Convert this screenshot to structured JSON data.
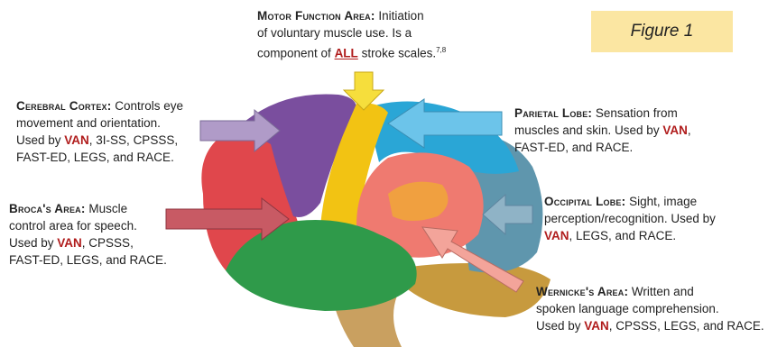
{
  "figure_label": "Figure 1",
  "labels": {
    "motor": {
      "title": "Motor Function Area:",
      "line1": "Initiation",
      "line2": "of voluntary muscle use.  Is a",
      "line3_pre": "component of ",
      "line3_em": "ALL",
      "line3_post": " stroke scales.",
      "sup": "7,8"
    },
    "cortex": {
      "title": "Cerebral Cortex:",
      "line1": "Controls eye",
      "line2": "movement and orientation.",
      "line3_pre": "Used by ",
      "line3_em": "VAN",
      "line3_post": ", 3I-SS, CPSSS,",
      "line4": "FAST-ED, LEGS, and RACE."
    },
    "parietal": {
      "title": "Parietal Lobe:",
      "line1": "Sensation from",
      "line2_pre": "muscles and skin.  Used by ",
      "line2_em": "VAN",
      "line2_post": ",",
      "line3": "FAST-ED, and RACE."
    },
    "broca": {
      "title": "Broca's Area:",
      "line1": "Muscle",
      "line2": "control area for speech.",
      "line3_pre": "Used by ",
      "line3_em": "VAN",
      "line3_post": ", CPSSS,",
      "line4": "FAST-ED, LEGS, and RACE."
    },
    "occipital": {
      "title": "Occipital Lobe:",
      "line1": "Sight, image",
      "line2": "perception/recognition. Used by",
      "line3_em": "VAN",
      "line3_post": ", LEGS, and RACE."
    },
    "wernicke": {
      "title": "Wernicke's Area:",
      "line1": "Written and",
      "line2": "spoken language comprehension.",
      "line3_pre": "Used by ",
      "line3_em": "VAN",
      "line3_post": ", CPSSS, LEGS, and RACE."
    }
  },
  "colors": {
    "frontal_red": "#e0474c",
    "purple": "#7a4e9e",
    "motor_yellow": "#f2c313",
    "parietal_blue": "#2aa6d6",
    "salmon": "#ef7a70",
    "wernicke_orange": "#f0a040",
    "temporal_green": "#2f9a4a",
    "occipital_slate": "#5f96ad",
    "cerebellum": "#c79a3e",
    "brainstem": "#c9a060",
    "emphasis_red": "#b01c1c",
    "figure_box": "#fbe6a2"
  }
}
